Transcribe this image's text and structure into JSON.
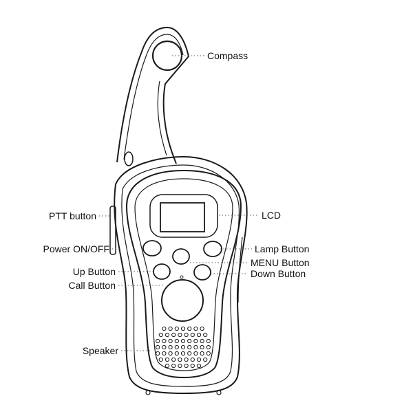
{
  "diagram": {
    "labels": {
      "compass": "Compass",
      "lcd": "LCD",
      "ptt": "PTT button",
      "power": "Power ON/OFF",
      "lamp": "Lamp Button",
      "menu": "MENU Button",
      "up": "Up Button",
      "down": "Down Button",
      "call": "Call Button",
      "speaker": "Speaker"
    },
    "colors": {
      "line": "#1a1a1a",
      "text": "#111111",
      "background": "#ffffff"
    }
  }
}
